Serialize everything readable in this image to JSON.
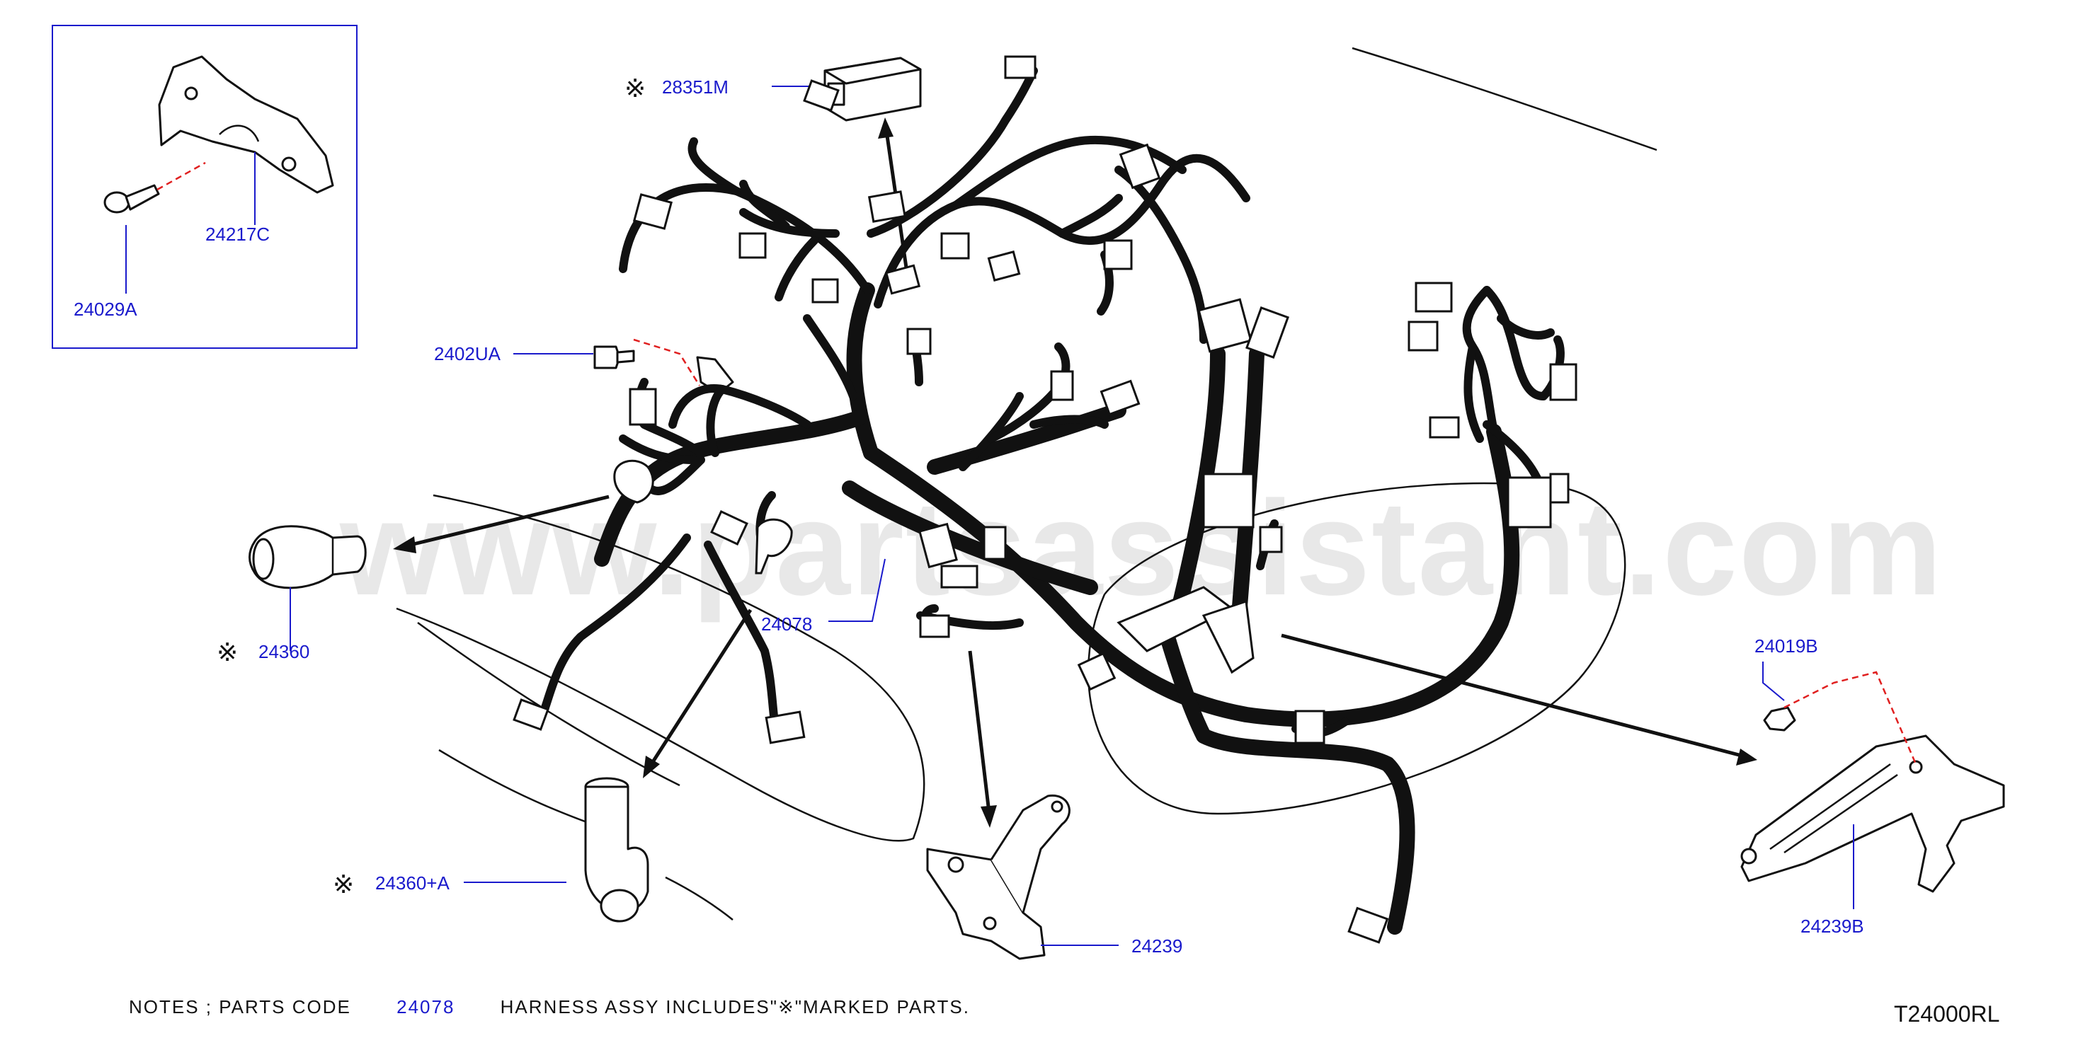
{
  "parts": {
    "p24217C": "24217C",
    "p24029A": "24029A",
    "p28351M": "28351M",
    "p2402UA": "2402UA",
    "p24360": "24360",
    "p24078": "24078",
    "p24360A": "24360+A",
    "p24239": "24239",
    "p24019B": "24019B",
    "p24239B": "24239B"
  },
  "marks": {
    "star": "※"
  },
  "notes": {
    "prefix": "NOTES ; PARTS CODE",
    "code": "24078",
    "suffix": "HARNESS ASSY INCLUDES\"※\"MARKED PARTS."
  },
  "drawing_code": "T24000RL",
  "watermark": "www.partsassistant.com",
  "colors": {
    "label": "#1a1acc",
    "line": "#111111",
    "dash": "#e02020",
    "watermark": "#d6d6d6"
  }
}
